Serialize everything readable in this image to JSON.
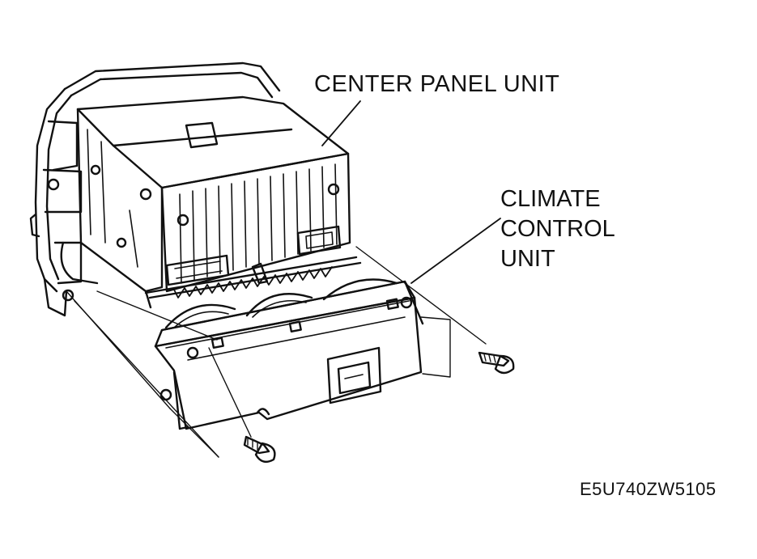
{
  "labels": {
    "center_panel_unit": "CENTER PANEL UNIT",
    "climate_control_unit": [
      "CLIMATE",
      "CONTROL",
      "UNIT"
    ],
    "figure_code": "E5U740ZW5105"
  },
  "colors": {
    "line": "#111111",
    "background": "#ffffff"
  }
}
